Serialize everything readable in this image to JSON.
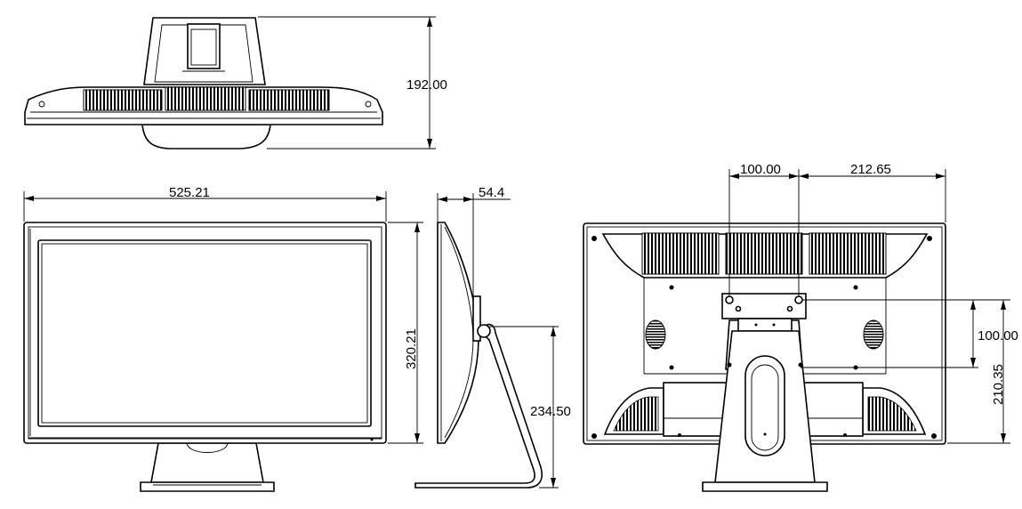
{
  "dimensions": {
    "top_depth": "192.00",
    "front_width": "525.21",
    "front_height": "320.21",
    "side_depth": "54.4",
    "side_stand_height": "234.50",
    "rear_vesa_width": "100.00",
    "rear_offset_width": "212.65",
    "rear_vesa_height": "100.00",
    "rear_mount_height": "210.35"
  },
  "colors": {
    "line": "#000000",
    "background": "#ffffff"
  }
}
